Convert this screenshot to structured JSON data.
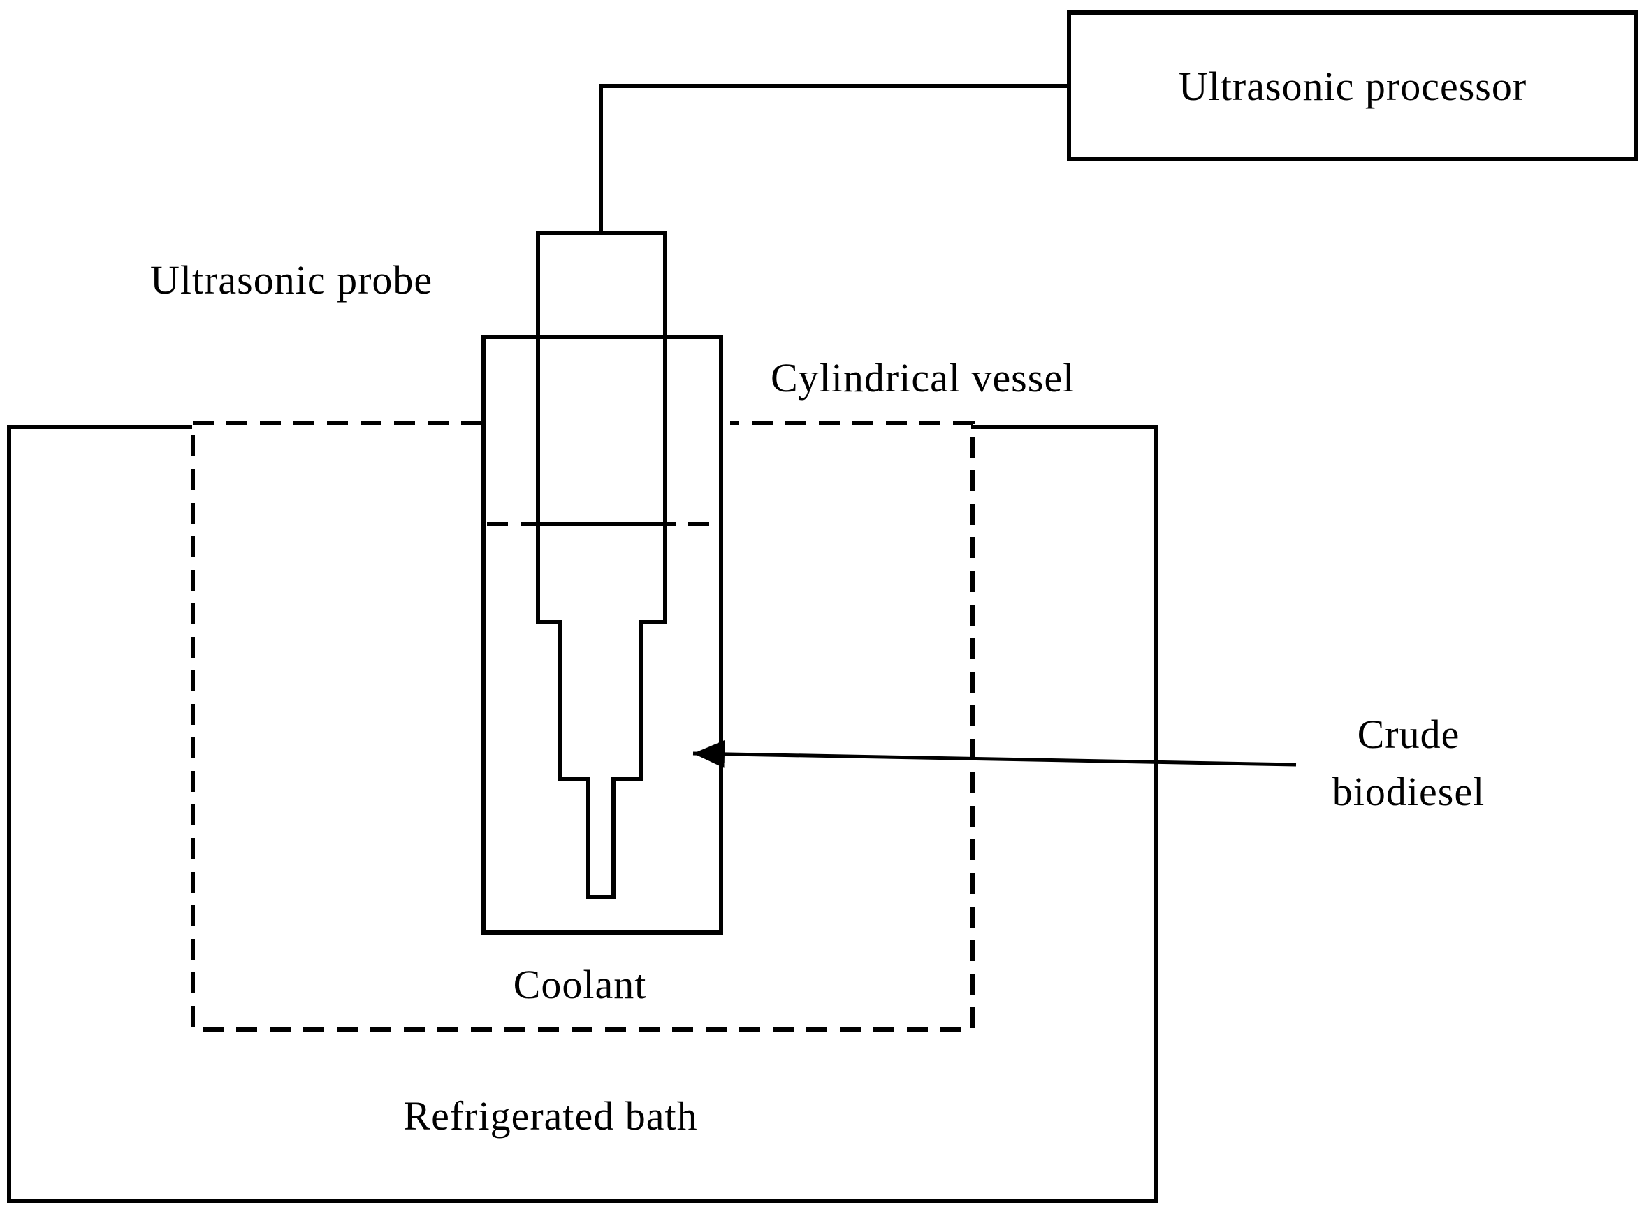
{
  "diagram": {
    "labels": {
      "ultrasonic_processor": "Ultrasonic processor",
      "ultrasonic_probe": "Ultrasonic probe",
      "cylindrical_vessel": "Cylindrical vessel",
      "crude_line1": "Crude",
      "crude_line2": "biodiesel",
      "coolant": "Coolant",
      "refrigerated_bath": "Refrigerated bath"
    },
    "colors": {
      "stroke": "#000000",
      "background": "#ffffff"
    }
  }
}
